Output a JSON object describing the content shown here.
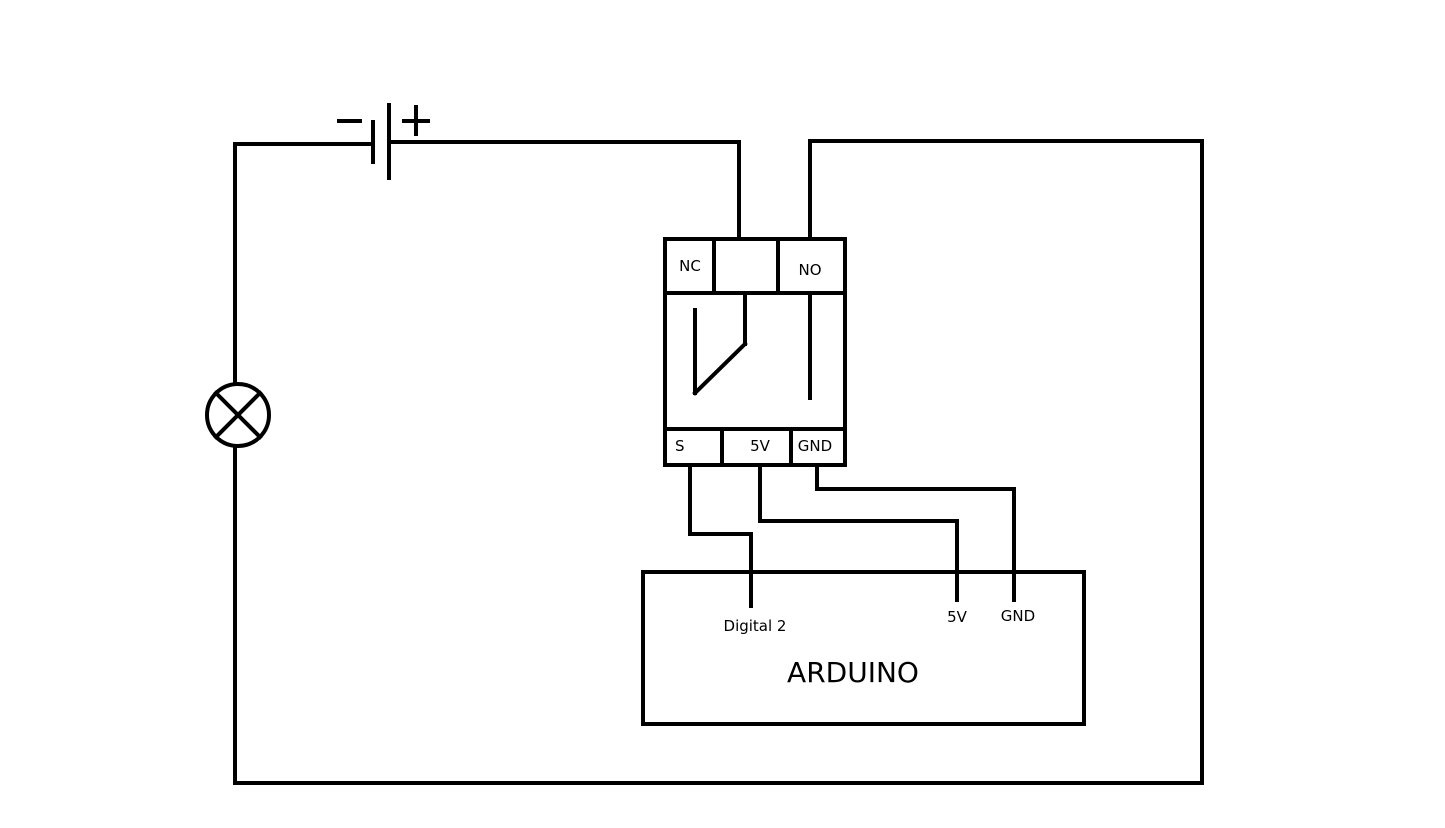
{
  "diagram": {
    "title": "",
    "battery": {
      "minus_label": "−",
      "plus_label": "+"
    },
    "relay": {
      "pins_top": [
        "NC",
        "",
        "NO"
      ],
      "pins_bottom": [
        "S",
        "5V",
        "GND"
      ]
    },
    "arduino": {
      "label": "ARDUINO",
      "pins": [
        "Digital 2",
        "5V",
        "GND"
      ]
    },
    "colors": {
      "ink": "#000000",
      "background": "#ffffff"
    }
  }
}
